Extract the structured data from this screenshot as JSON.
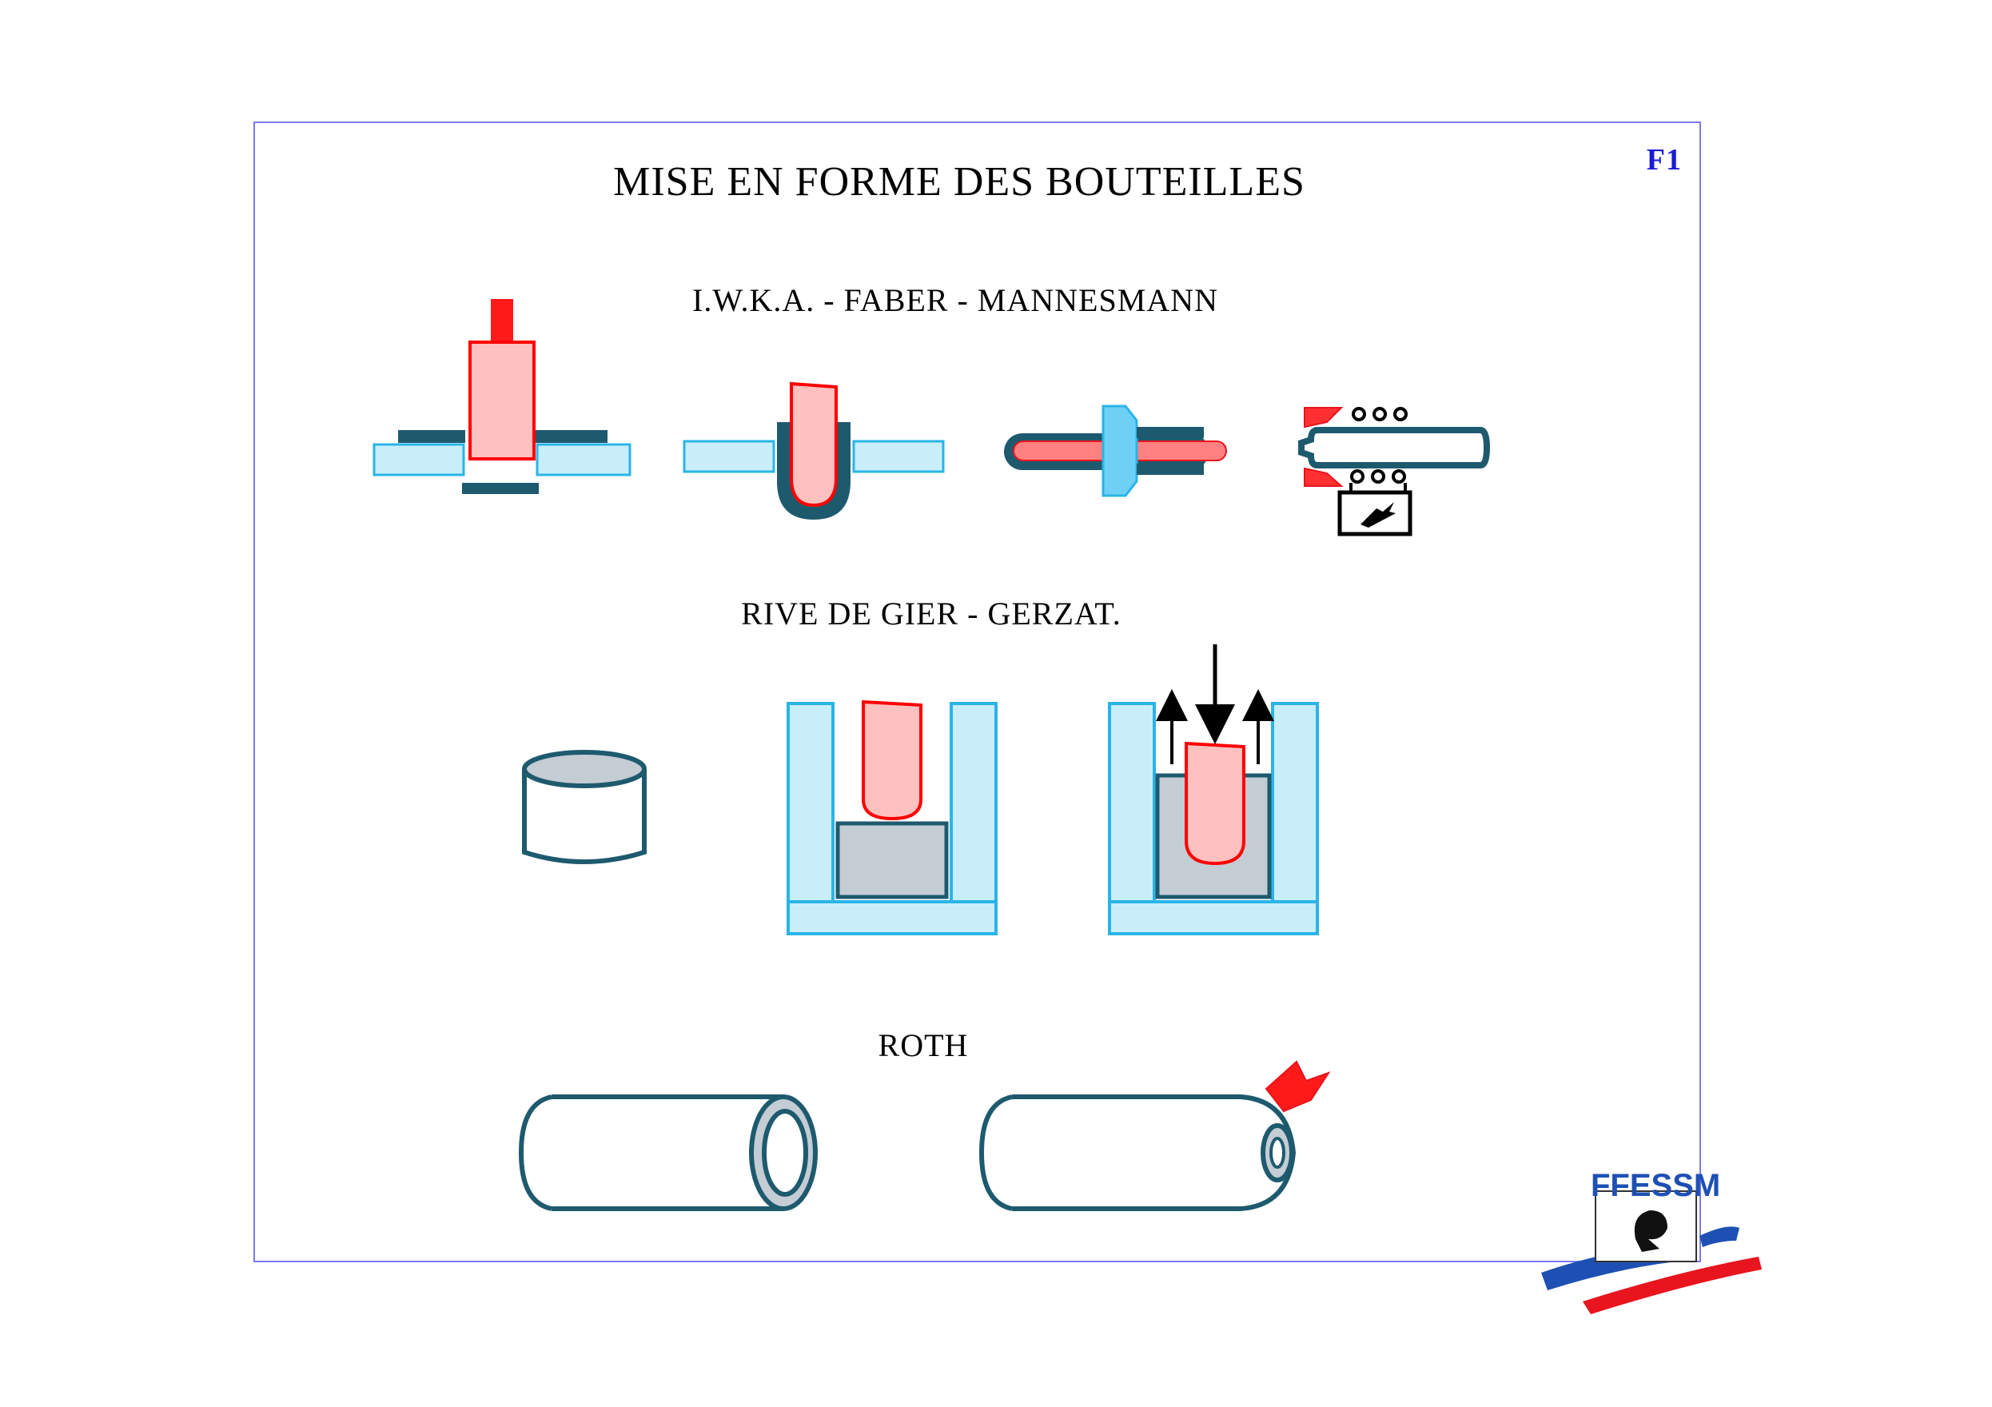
{
  "slide": {
    "title": "MISE EN FORME DES BOUTEILLES",
    "code": "F1"
  },
  "sections": [
    {
      "heading": "I.W.K.A. - FABER - MANNESMANN"
    },
    {
      "heading": "RIVE DE GIER - GERZAT."
    },
    {
      "heading": "ROTH"
    }
  ],
  "logo": {
    "text": "FFESSM"
  },
  "colors": {
    "frame": "#7b7bf0",
    "die_light_blue": "#c8eefa",
    "die_outline": "#2ab4e8",
    "steel_dark": "#1e5a6e",
    "billet_pink": "#ffc0c0",
    "billet_red": "#ff0000",
    "grey_block": "#c4ccd4",
    "flag_blue": "#1e50b4",
    "flag_red": "#e8141e"
  }
}
